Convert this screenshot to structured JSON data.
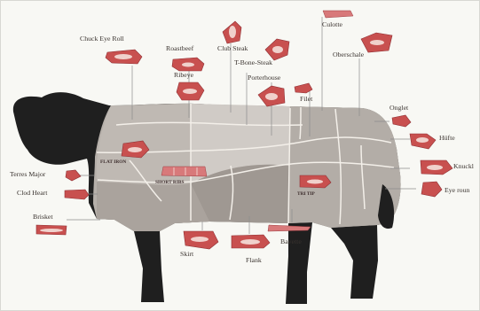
{
  "labels": {
    "chuck_eye_roll": "Chuck Eye Roll",
    "roastbeef": "Roastbeef",
    "club_steak": "Club Steak",
    "t_bone_steak": "T-Bone-Steak",
    "culotte": "Culotte",
    "oberschale": "Oberschale",
    "ribeye": "Ribeye",
    "porterhouse": "Porterhouse",
    "filet": "Filet",
    "onglet": "Onglet",
    "hufte": "Hüfte",
    "knuckle": "Knuckl",
    "eye_round": "Eye roun",
    "teres_major": "Terres Major",
    "clod_heart": "Clod Heart",
    "brisket": "Brisket",
    "skirt": "Skirt",
    "flank": "Flank",
    "bavette": "Bavette",
    "flat_iron": "FLAT IRON",
    "short_ribs": "SHORT RIBS",
    "tri_tip": "TRI TIP"
  },
  "colors": {
    "background": "#f8f8f4",
    "head": "#1f1f1f",
    "body_fill": "#b6b0aa",
    "leg_fill": "#1f1f1f",
    "meat": "#c8504f"
  }
}
